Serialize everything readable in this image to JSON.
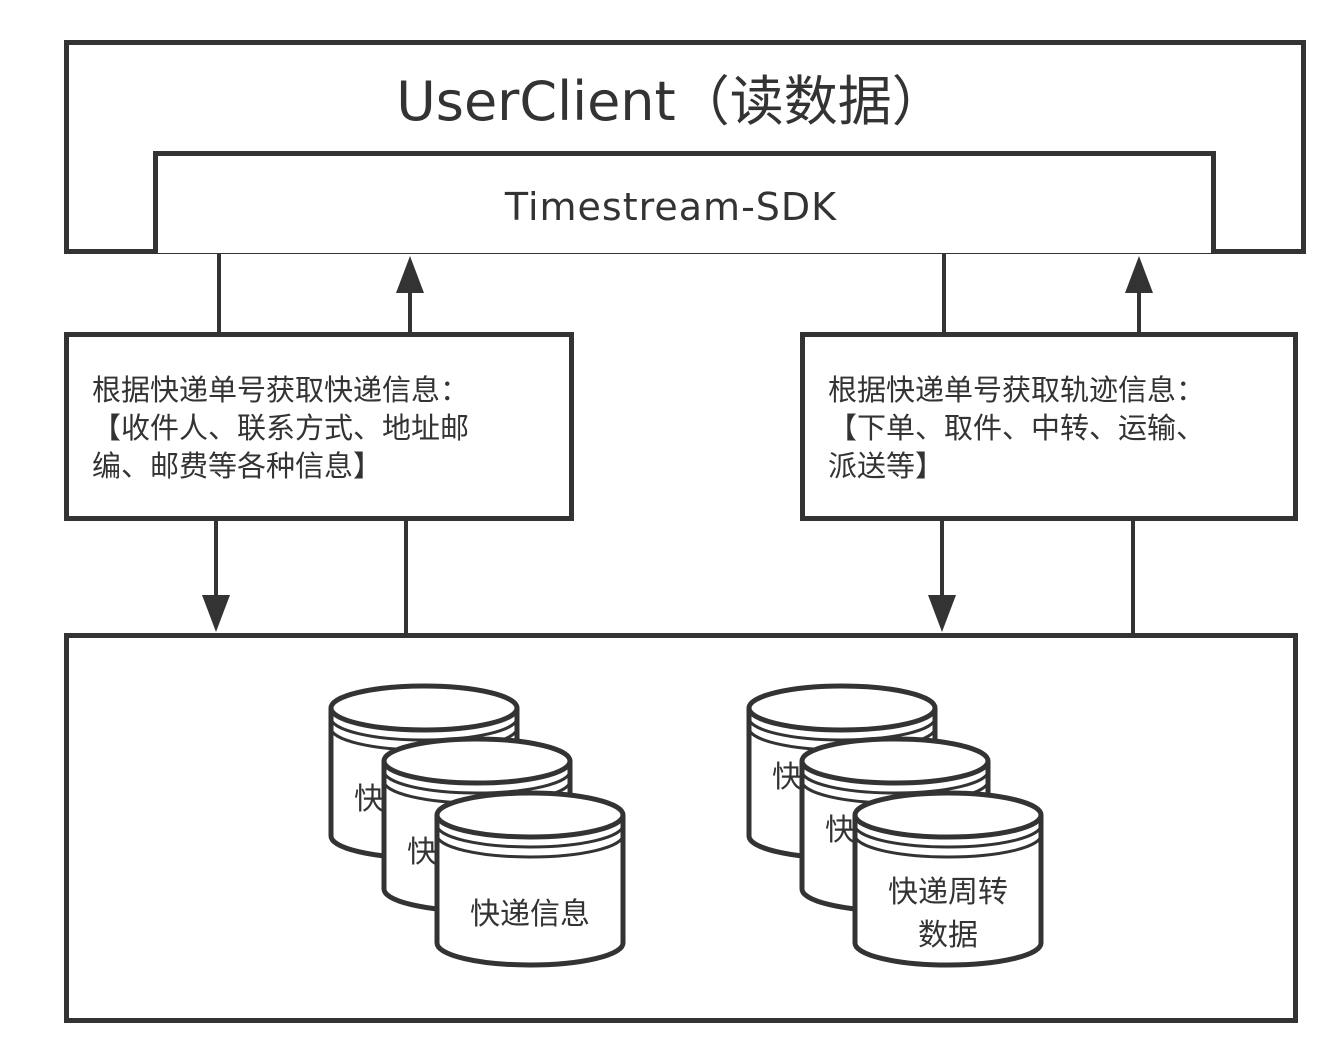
{
  "client": {
    "title": "UserClient（读数据）"
  },
  "sdk": {
    "title": "Timestream-SDK"
  },
  "left_query": {
    "lines": [
      "根据快递单号获取快递信息：",
      "【收件人、联系方式、地址邮",
      "编、邮费等各种信息】"
    ]
  },
  "right_query": {
    "lines": [
      "根据快递单号获取轨迹信息：",
      "【下单、取件、中转、运输、",
      "派送等】"
    ]
  },
  "storage": {
    "left_db": {
      "label_partial": "快",
      "label": "快递信息"
    },
    "right_db": {
      "label_partial": "快",
      "label_line1": "快递周转",
      "label_line2": "数据"
    }
  }
}
